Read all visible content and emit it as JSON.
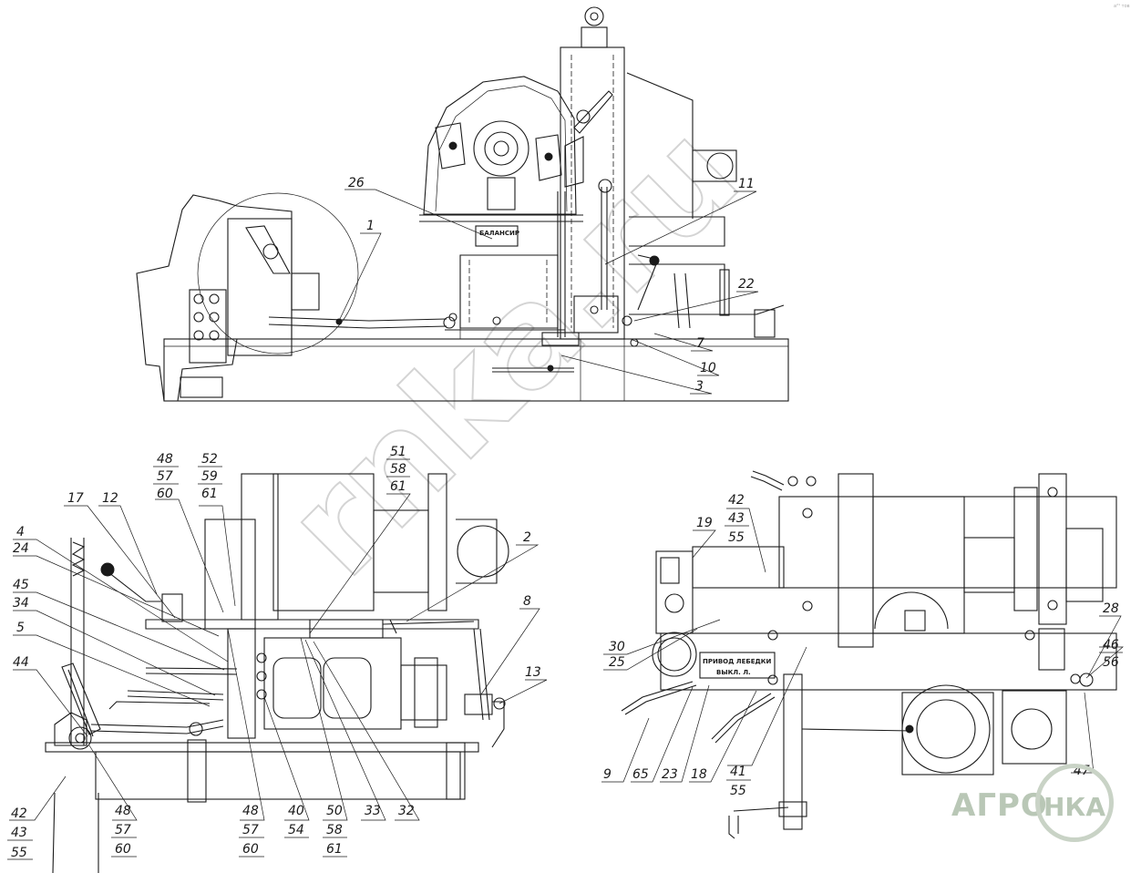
{
  "diagram": {
    "top_view_labels": [
      "26",
      "1",
      "11",
      "22",
      "7",
      "10",
      "3"
    ],
    "left_view_top_labels": [
      [
        "48",
        "57",
        "60"
      ],
      [
        "52",
        "59",
        "61"
      ],
      [
        "51",
        "58",
        "61"
      ]
    ],
    "left_view_side_labels": [
      "17",
      "12",
      "4",
      "24",
      "45",
      "34",
      "5",
      "44",
      "2",
      "8",
      "13"
    ],
    "left_view_bottom_groups": [
      [
        "42",
        "43",
        "55"
      ],
      [
        "48",
        "57",
        "60"
      ],
      [
        "48",
        "57",
        "60"
      ],
      [
        "40",
        "54"
      ],
      [
        "50",
        "58",
        "61"
      ]
    ],
    "left_view_bottom_single": [
      "33",
      "32"
    ],
    "right_view_top_group": [
      "42",
      "43",
      "55"
    ],
    "right_view_labels": [
      "19",
      "30",
      "25",
      "28",
      "9",
      "65",
      "23",
      "18",
      "47"
    ],
    "right_view_pairs": [
      [
        "46",
        "56"
      ],
      [
        "41",
        "55"
      ]
    ],
    "plates": {
      "top_plate": "БАЛАНСИР",
      "right_plate_line1": "ПРИВОД ЛЕБЕДКИ",
      "right_plate_line2": "ВЫКЛ. Л."
    }
  },
  "watermark": "rnka.ru",
  "logo": {
    "text": "АГРО",
    "ring_text": "НКА"
  },
  "corner_mark": "а²¹ тов"
}
